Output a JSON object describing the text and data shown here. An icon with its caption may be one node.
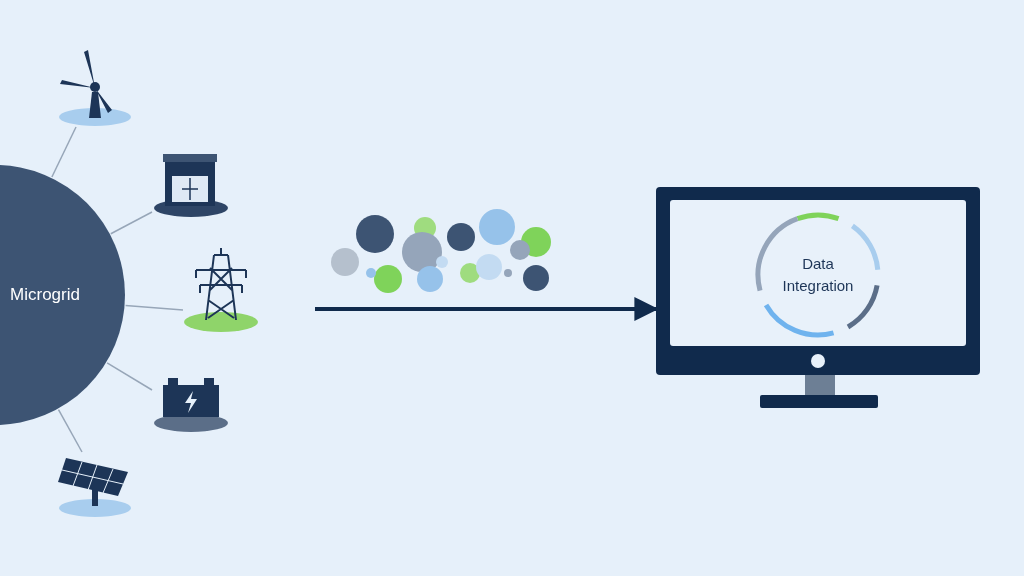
{
  "diagram": {
    "nodes": [
      {
        "text": [
          "Microgrid"
        ]
      },
      {
        "text": [],
        "shape": "picture"
      },
      {
        "text": [],
        "shape": "picture"
      },
      {
        "text": [],
        "shape": "picture"
      },
      {
        "text": [],
        "shape": "picture"
      },
      {
        "text": [],
        "shape": "picture"
      },
      {
        "text": [
          "Data Integration"
        ]
      }
    ],
    "edges": [
      {
        "from": 0,
        "to": 1,
        "arrow": "none"
      },
      {
        "from": 0,
        "to": 2,
        "arrow": "none"
      },
      {
        "from": 0,
        "to": 3,
        "arrow": "none"
      },
      {
        "from": 0,
        "to": 4,
        "arrow": "none"
      },
      {
        "from": 0,
        "to": 5,
        "arrow": "none"
      },
      {
        "from": null,
        "to": 6,
        "arrow": "to",
        "style": "thick",
        "color": "#102a4c"
      }
    ]
  }
}
